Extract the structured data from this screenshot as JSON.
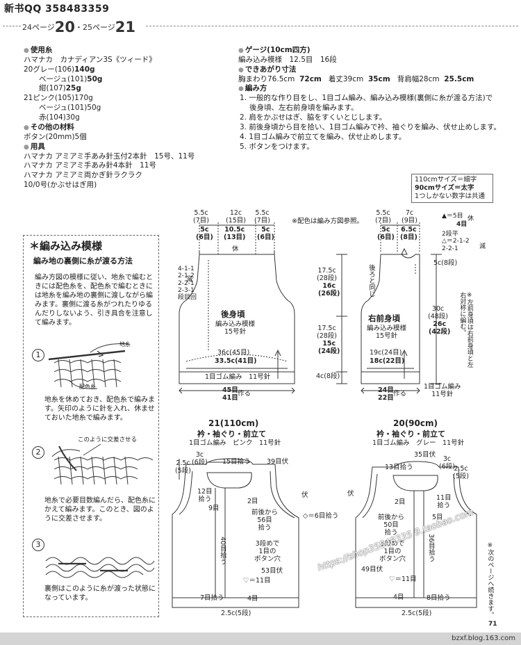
{
  "header": {
    "id": "新书QQ 358483359"
  },
  "page_ref": {
    "p1_label": "24ページ",
    "p1_num": "20",
    "sep": "・",
    "p2_label": "25ページ",
    "p2_num": "21"
  },
  "materials": {
    "yarn_head": "使用糸",
    "yarn_brand": "ハマナカ　カナディアン3S《ツィード》",
    "s20_l1a": "20グレー(106)",
    "s20_l1b": "140g",
    "s20_l2a": "ベージュ(101)",
    "s20_l2b": "50g",
    "s20_l3a": "紺(107)",
    "s20_l3b": "25g",
    "s21_l1": "21ピンク(105)170g",
    "s21_l2": "ベージュ(101)50g",
    "s21_l3": "赤(104)30g",
    "other_head": "その他の材料",
    "other_l1": "ボタン(20mm)5個",
    "tools_head": "用具",
    "tools_l1": "ハマナカ アミアミ手あみ針玉付2本針　15号、11号",
    "tools_l2": "ハマナカ アミアミ手あみ針4本針　11号",
    "tools_l3": "ハマナカ アミアミ両かぎ針ラクラク",
    "tools_l4": "10/0号(かぶせはぎ用)"
  },
  "gauge": {
    "head": "ゲージ(10cm四方)",
    "text": "編み込み模様　12.5目　16段"
  },
  "finished": {
    "head": "できあがり寸法",
    "t1": "胸まわり76.5cm",
    "v1": "72cm",
    "t2": "着丈39cm",
    "v2": "35cm",
    "t3": "背肩幅28cm",
    "v3": "25.5cm"
  },
  "method": {
    "head": "編み方",
    "s1a": "1. 一般的な作り目をし、1目ゴム編み、編み込み模様(裏側に糸が渡る方法)で",
    "s1b": "後身頃、左右前身頃を編みます。",
    "s2": "2. 肩をかぶせはぎ、脇をすくいとじします。",
    "s3": "3. 前後身頃から目を拾い、1目ゴム編みで衿、袖ぐりを編み、伏せ止めします。",
    "s4": "4. 1目ゴム編みで前立てを編み、伏せ止めします。",
    "s5": "5. ボタンをつけます。"
  },
  "size_legend": {
    "l1": "110cmサイズ＝細字",
    "l2": "90cmサイズ＝太字",
    "l3": "1つしかない数字は共通"
  },
  "pattern": {
    "title": "＊編み込み模様",
    "subtitle": "編み地の裏側に糸が渡る方法",
    "desc": "編み方図の模様に従い、地糸で編むときには配色糸を、配色糸で編むときには地糸を編み地の裏側に渡しながら編みます。裏側に渡る糸がつれたりゆるんだりしないよう、引き具合を注意して編みます。",
    "n1": "1",
    "n2": "2",
    "n3": "3",
    "lbl_jiito": "地糸",
    "lbl_haishoku": "配色糸",
    "lbl_cross": "このように交差させる",
    "t1": "地糸を休めておき、配色糸で編みます。矢印のように針を入れ、休ませておいた地糸で編みます。",
    "t2": "地糸で必要目数編んだら、配色糸にかえて編みます。このとき、図のように交差させます。",
    "t3": "裏側はこのように糸が渡った状態になっています。"
  },
  "back": {
    "top_a": "5.5c\n(7目)",
    "top_a2": "5c\n(6目)",
    "top_b": "12c\n(15目)",
    "top_b2": "10.5c\n(13目)",
    "top_c": "5.5c\n(7目)",
    "top_c2": "5c\n(6目)",
    "note": "※配色は編み方図参照。",
    "yasumi": "休",
    "dec": "4-1-1\n2-1-2\n2-2-1\n2-3-1\n段目回",
    "gen": "減",
    "title": "後身頃",
    "pat": "編み込み模様\n15号針",
    "w1": "36c(45目)",
    "w2": "33.5c(41目)",
    "rib": "1目ゴム編み　11号針",
    "h1": "17.5c\n(28段)",
    "h1b": "16c\n(26段)",
    "h2": "17.5c\n(28段)",
    "h2b": "15c\n(24段)",
    "h3": "4c(8段)",
    "cast": "45目\n41目",
    "tsukuru": "作る"
  },
  "front": {
    "top_a": "5.5c\n(7目)",
    "top_a2": "5c\n(6目)",
    "top_b": "7c\n(9目)",
    "top_b2": "6.5c\n(8目)",
    "leg1": "▲＝5目",
    "leg1b": "4目",
    "leg1y": "休",
    "leg2": "2段平\n△＝2-1-2\n2-2-1",
    "leg2g": "減",
    "same": "後ろと同じ",
    "h_top": "5c(8段)",
    "h_all": "30c\n(48段)",
    "h_allb": "26c\n(42段)",
    "note_side": "※左前身頃は右前身頃と左右対称に編む。",
    "title": "右前身頃",
    "pat": "編み込み模様\n15号針",
    "w1": "19c(24目)",
    "w2": "18c(22目)",
    "cast": "24目\n22目",
    "tsukuru": "作る",
    "rib": "1目ゴム編み\n11号針"
  },
  "d21": {
    "title": "21(110cm)",
    "sub": "衿・袖ぐり・前立て",
    "sub2": "1目ゴム編み　ピンク　11号針",
    "a1": "3c\n(6段)",
    "a2": "15目拾う",
    "a3": "39目伏",
    "a4": "2.5c\n(5段)",
    "a5": "12目\n拾う",
    "a6": "2目",
    "a7": "伏",
    "a8": "9目",
    "a9": "前後から\n56目\n拾う",
    "a10": "◇＝6目拾う",
    "a11": "40目拾う",
    "a12": "3段めで\n1目の\nボタン穴",
    "a13": "53目伏",
    "a14": "♡＝11目",
    "a15": "7目拾う",
    "a16": "4目",
    "a17": "2.5c(5段)"
  },
  "d20": {
    "title": "20(90cm)",
    "sub": "衿・袖ぐり・前立て",
    "sub2": "1目ゴム編み　グレー　11号針",
    "a1": "35目伏",
    "a2": "13目拾う",
    "a3": "3c\n(6段)",
    "a4": "2.5c\n(5段)",
    "a5": "伏",
    "a6": "2目",
    "a7": "11目\n拾う",
    "a8": "前後から\n50目\n拾う",
    "a9": "5目",
    "a10": "36目拾う",
    "a11": "3段めで\n1目の\nボタン穴",
    "a12": "49目伏",
    "a13": "♡＝11目",
    "a14": "4目",
    "a15": "8目拾う",
    "a16": "2.5c(5段)",
    "cont": "※次のページへ続きます。"
  },
  "footer": {
    "page": "71",
    "site": "bzxf.blog.163.com",
    "watermark": "https://shop35848335 9.taobao.com"
  }
}
